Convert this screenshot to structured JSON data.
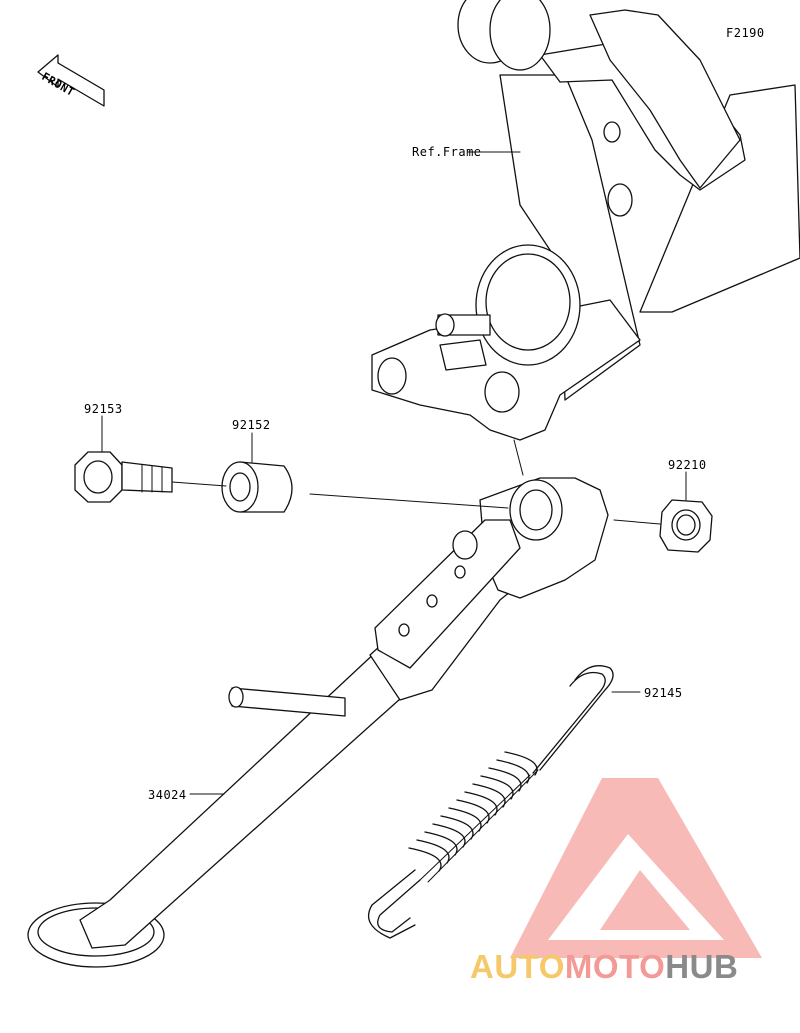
{
  "diagram": {
    "figure_code": "F2190",
    "front_label": "FRONT",
    "frame_reference": "Ref.Frame",
    "parts": [
      {
        "number": "92153"
      },
      {
        "number": "92152"
      },
      {
        "number": "92210"
      },
      {
        "number": "92145"
      },
      {
        "number": "34024"
      }
    ]
  },
  "watermark": {
    "part1": "AUTO",
    "part2": "MOTO",
    "part3": "HUB",
    "colors": {
      "auto": "#f5c86a",
      "moto": "#f39a96",
      "hub": "#8a8a8a",
      "logo": "#f2827c"
    }
  }
}
